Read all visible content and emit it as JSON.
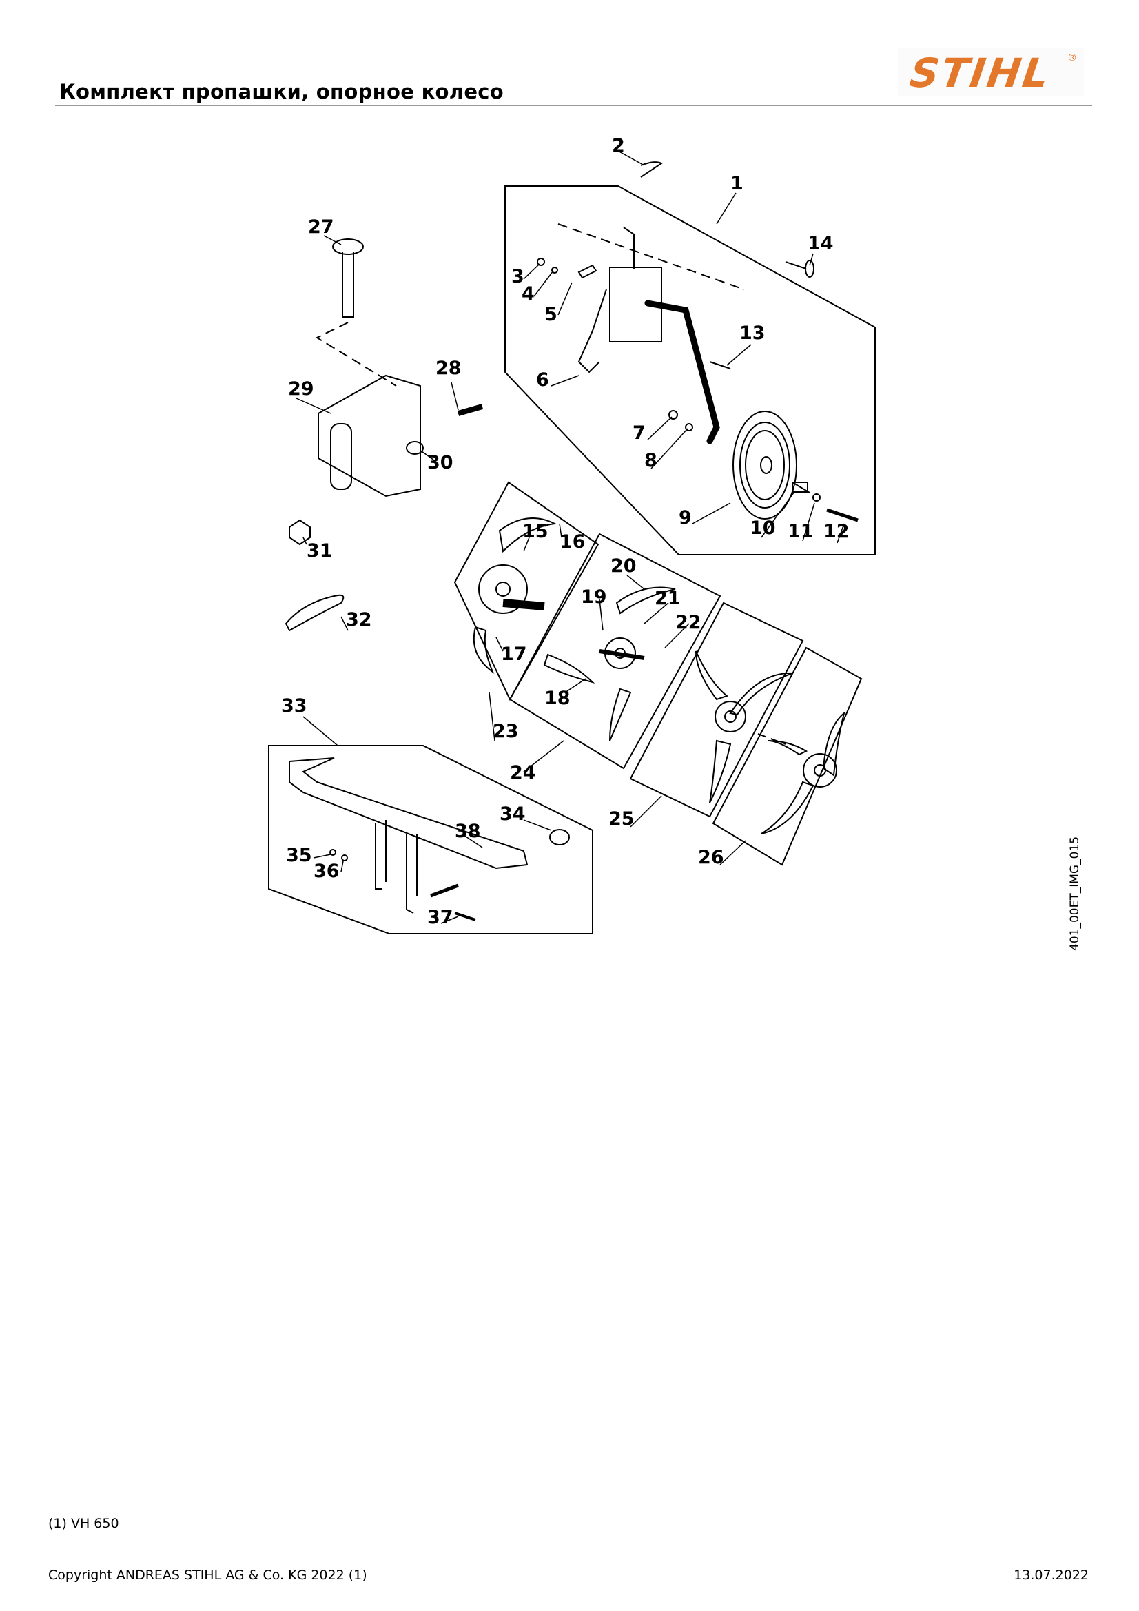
{
  "header": {
    "title": "Комплект пропашки, опорное колесо",
    "logo_text": "STIHL",
    "logo_mark": "®",
    "brand_color": "#e3772a"
  },
  "diagram": {
    "callouts": [
      "1",
      "2",
      "3",
      "4",
      "5",
      "6",
      "7",
      "8",
      "9",
      "10",
      "11",
      "12",
      "13",
      "14",
      "15",
      "16",
      "17",
      "18",
      "19",
      "20",
      "21",
      "22",
      "23",
      "24",
      "25",
      "26",
      "27",
      "28",
      "29",
      "30",
      "31",
      "32",
      "33",
      "34",
      "35",
      "36",
      "37",
      "38"
    ]
  },
  "side_ref": "401_00ET_IMG_015",
  "footnote": "(1) VH 650",
  "footer": {
    "copyright": "Copyright ANDREAS STIHL AG & Co. KG 2022 (1)",
    "date": "13.07.2022"
  }
}
